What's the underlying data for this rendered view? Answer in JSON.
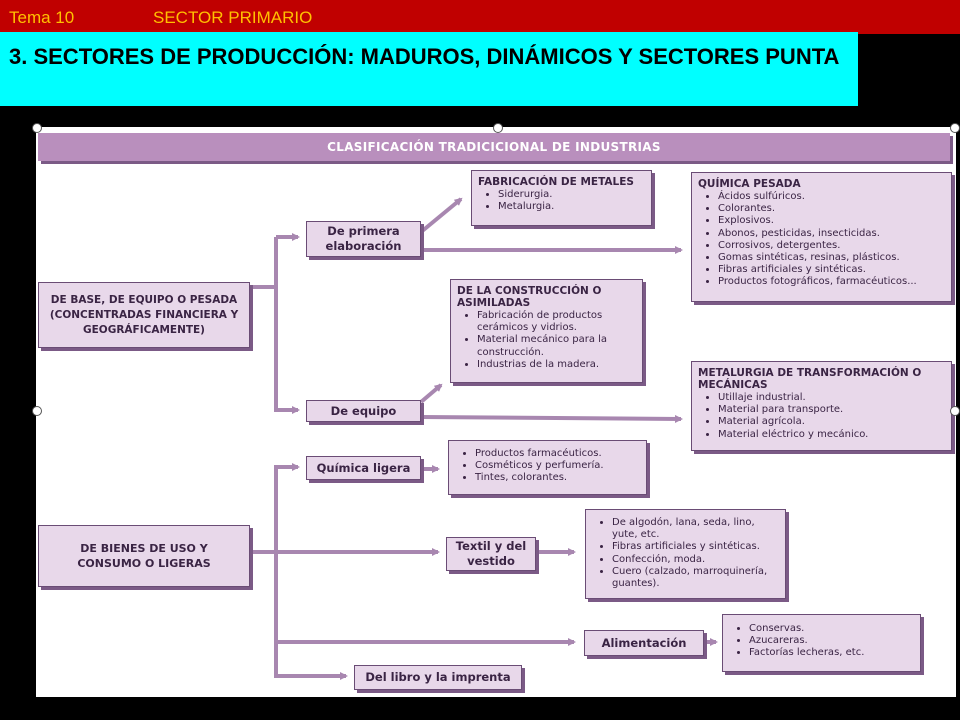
{
  "header": {
    "topic": "Tema 10",
    "section": "SECTOR PRIMARIO",
    "title": "3. SECTORES DE PRODUCCIÓN: MADUROS, DINÁMICOS Y SECTORES PUNTA"
  },
  "diagram": {
    "title": "CLASIFICACIÓN TRADICICIONAL DE INDUSTRIAS",
    "base": "DE BASE, DE EQUIPO O PESADA (CONCENTRADAS FINANCIERA Y GEOGRÁFICAMENTE)",
    "consumo": "DE BIENES DE USO Y CONSUMO O LIGERAS",
    "primera": "De primera elaboración",
    "equipo": "De equipo",
    "quimica_ligera": "Química ligera",
    "textil": "Textil y del vestido",
    "alimentacion": "Alimentación",
    "libro": "Del libro y la imprenta",
    "metales": {
      "title": "FABRICACIÓN DE METALES",
      "items": [
        "Siderurgia.",
        "Metalurgia."
      ]
    },
    "quimica_pesada": {
      "title": "QUÍMICA PESADA",
      "items": [
        "Ácidos sulfúricos.",
        "Colorantes.",
        "Explosivos.",
        "Abonos, pesticidas, insecticidas.",
        "Corrosivos, detergentes.",
        "Gomas sintéticas, resinas, plásticos.",
        "Fibras artificiales y sintéticas.",
        "Productos fotográficos, farmacéuticos..."
      ]
    },
    "construccion": {
      "title": "DE LA CONSTRUCCIÓN O ASIMILADAS",
      "items": [
        "Fabricación de productos cerámicos y vidrios.",
        "Material mecánico para la construcción.",
        "Industrias de la madera."
      ]
    },
    "metalurgia": {
      "title": "METALURGIA DE TRANSFORMACIÓN O MECÁNICAS",
      "items": [
        "Utillaje industrial.",
        "Material para transporte.",
        "Material agrícola.",
        "Material eléctrico y mecánico."
      ]
    },
    "ligera_items": [
      "Productos farmacéuticos.",
      "Cosméticos y perfumería.",
      "Tintes, colorantes."
    ],
    "textil_items": [
      "De algodón, lana, seda, lino, yute, etc.",
      "Fibras artificiales y sintéticas.",
      "Confección, moda.",
      "Cuero (calzado, marroquinería, guantes)."
    ],
    "alim_items": [
      "Conservas.",
      "Azucareras.",
      "Factorías lecheras, etc."
    ]
  },
  "colors": {
    "top_bar": "#c00000",
    "top_text": "#ffc000",
    "title_bg": "#00ffff",
    "box_fill": "#e8d8ea",
    "header_fill": "#b98fbd",
    "arrow": "#a887b0"
  }
}
